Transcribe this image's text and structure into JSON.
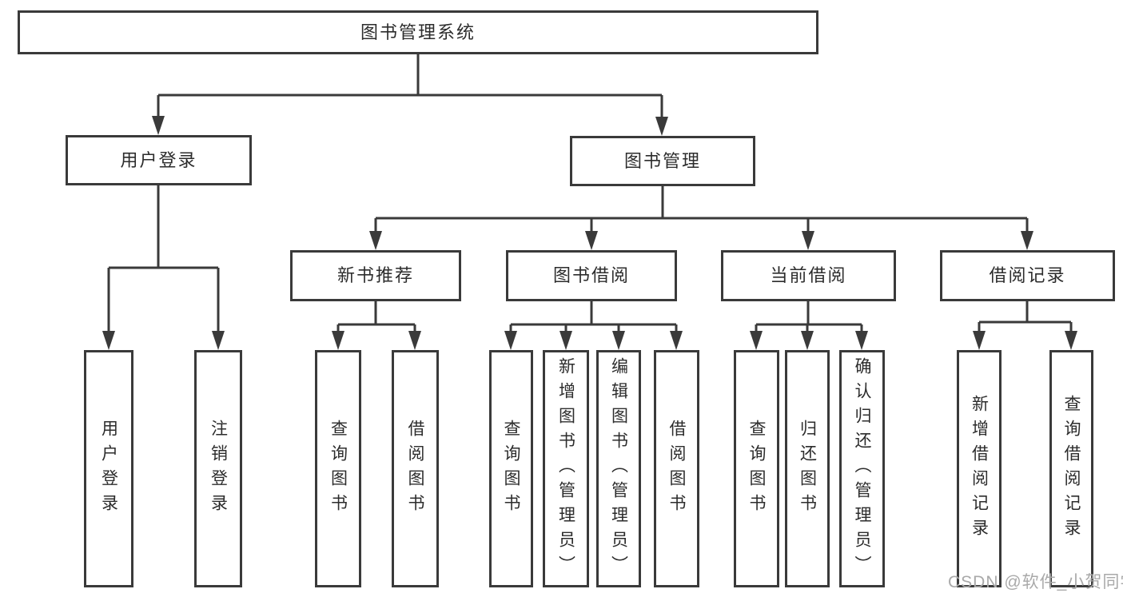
{
  "tree": {
    "label": "图书管理系统",
    "children": [
      {
        "label": "用户登录",
        "children": [
          {
            "label": "用户登录"
          },
          {
            "label": "注销登录"
          }
        ]
      },
      {
        "label": "图书管理",
        "children": [
          {
            "label": "新书推荐",
            "children": [
              {
                "label": "查询图书"
              },
              {
                "label": "借阅图书"
              }
            ]
          },
          {
            "label": "图书借阅",
            "children": [
              {
                "label": "查询图书"
              },
              {
                "label": "新增图书（管理员）"
              },
              {
                "label": "编辑图书（管理员）"
              },
              {
                "label": "借阅图书"
              }
            ]
          },
          {
            "label": "当前借阅",
            "children": [
              {
                "label": "查询图书"
              },
              {
                "label": "归还图书"
              },
              {
                "label": "确认归还（管理员）"
              }
            ]
          },
          {
            "label": "借阅记录",
            "children": [
              {
                "label": "新增借阅记录"
              },
              {
                "label": "查询借阅记录"
              }
            ]
          }
        ]
      }
    ]
  },
  "watermark": {
    "text": "CSDN @软件_小贺同学"
  },
  "colors": {
    "line": "#3a3a3a",
    "text": "#2c2c2c",
    "watermark": "#a9a9a9",
    "background": "#ffffff"
  }
}
